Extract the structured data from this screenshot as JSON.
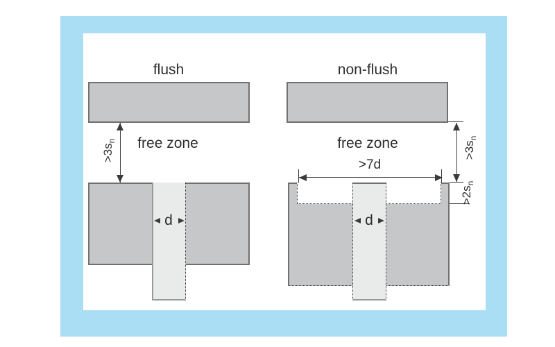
{
  "palette": {
    "frame_blue": "#a9def5",
    "block_fill": "#c6c7c8",
    "block_border": "#6f7072",
    "sensor_fill": "#e9eaea",
    "sensor_border": "#98999b",
    "line": "#3a3a3a",
    "text": "#2e2e2e"
  },
  "diagrams": {
    "flush": {
      "title": "flush",
      "free_zone": "free zone",
      "clearance": {
        "text": ">3s",
        "sub": "n"
      },
      "diameter": "d"
    },
    "non_flush": {
      "title": "non-flush",
      "free_zone": "free zone",
      "clearance": {
        "text": ">3s",
        "sub": "n"
      },
      "recess_width": ">7d",
      "recess_depth": {
        "text": ">2s",
        "sub": "n"
      },
      "diameter": "d"
    }
  }
}
